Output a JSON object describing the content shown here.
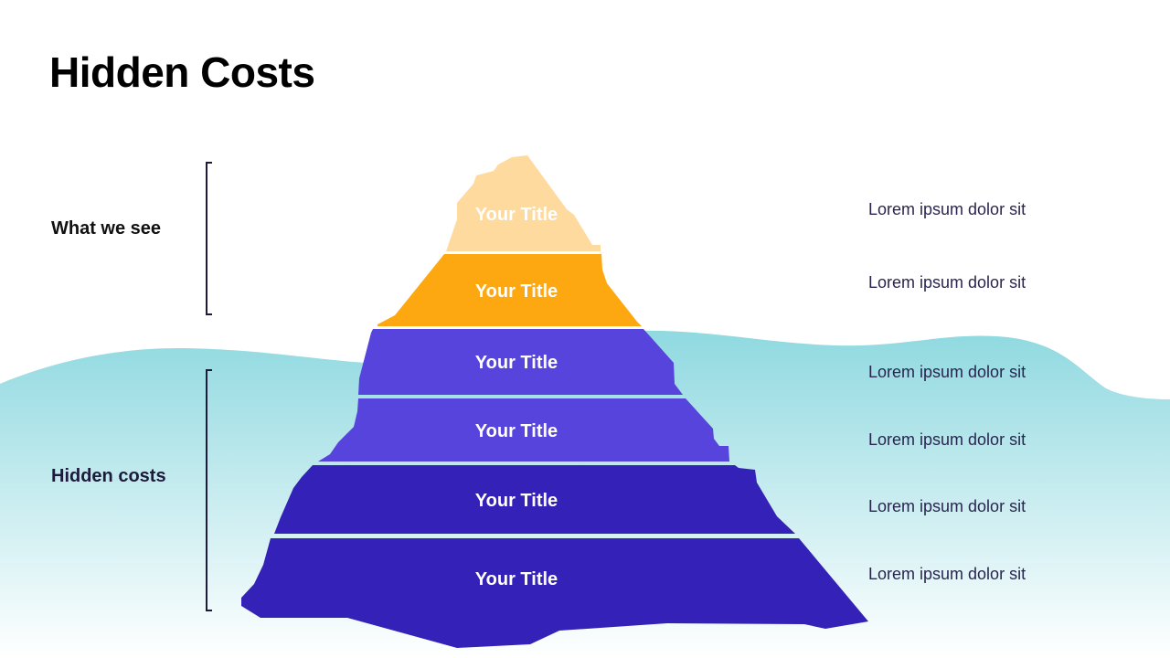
{
  "title": "Hidden Costs",
  "groups": {
    "visible": "What we see",
    "hidden": "Hidden costs"
  },
  "layers": [
    {
      "label": "Your Title",
      "description": "Lorem ipsum dolor sit",
      "color": "#FFDA9E"
    },
    {
      "label": "Your Title",
      "description": "Lorem ipsum dolor sit",
      "color": "#FDA811"
    },
    {
      "label": "Your Title",
      "description": "Lorem ipsum dolor sit",
      "color": "#5644DC"
    },
    {
      "label": "Your Title",
      "description": "Lorem ipsum dolor sit",
      "color": "#5644DC"
    },
    {
      "label": "Your Title",
      "description": "Lorem ipsum dolor sit",
      "color": "#3321B8"
    },
    {
      "label": "Your Title",
      "description": "Lorem ipsum dolor sit",
      "color": "#3321B8"
    }
  ],
  "colors": {
    "water_top": "#8FD9E0",
    "bracket": "#1E1A3C"
  }
}
